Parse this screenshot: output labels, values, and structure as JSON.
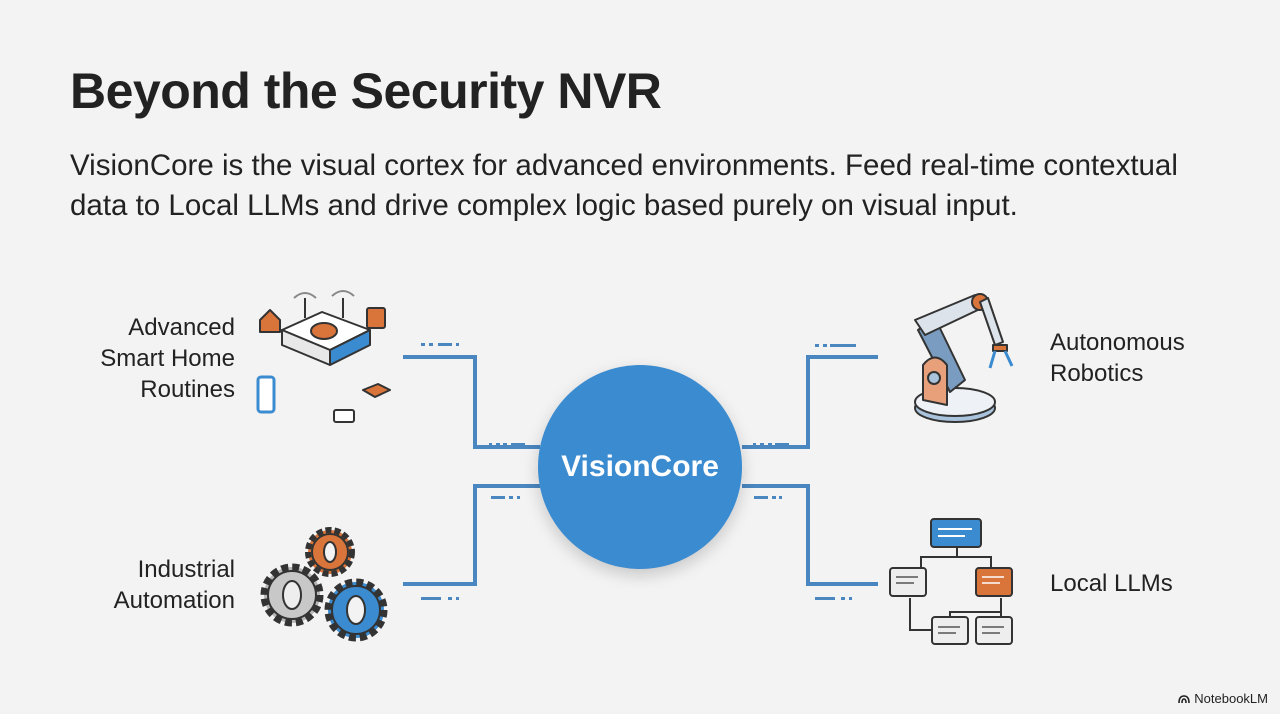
{
  "slide": {
    "title": "Beyond the Security NVR",
    "subtitle": "VisionCore is the visual cortex for advanced environments. Feed real-time contextual data to Local LLMs and drive complex logic based purely on visual input."
  },
  "diagram": {
    "center": "VisionCore",
    "nodes": [
      {
        "lines": [
          "Advanced",
          "Smart Home",
          "Routines"
        ],
        "icon": "smart-home-router-icon"
      },
      {
        "lines": [
          "Industrial",
          "Automation"
        ],
        "icon": "gears-icon"
      },
      {
        "lines": [
          "Autonomous",
          "Robotics"
        ],
        "icon": "robot-arm-icon"
      },
      {
        "lines": [
          "Local LLMs"
        ],
        "icon": "llm-tree-icon"
      }
    ],
    "colors": {
      "accent": "#3b8bd0",
      "orange": "#d9743a",
      "line": "#4a86c0"
    }
  },
  "branding": {
    "label": "NotebookLM"
  }
}
